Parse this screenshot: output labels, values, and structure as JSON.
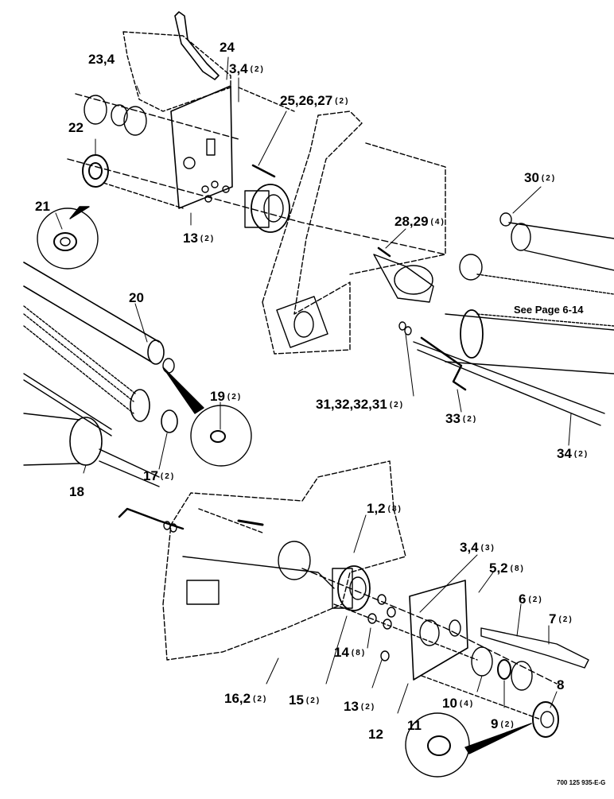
{
  "figure": {
    "see_page_note": "See Page 6-14",
    "doc_number": "700 125 935-E-G"
  },
  "callouts": {
    "c_23_4": {
      "label": "23,4",
      "qty": ""
    },
    "c_24": {
      "label": "24",
      "qty": ""
    },
    "c_3_4_top": {
      "label": "3,4",
      "qty": "(2)"
    },
    "c_25_26_27": {
      "label": "25,26,27",
      "qty": "(2)"
    },
    "c_22": {
      "label": "22",
      "qty": ""
    },
    "c_21": {
      "label": "21",
      "qty": ""
    },
    "c_13_top": {
      "label": "13",
      "qty": "(2)"
    },
    "c_30": {
      "label": "30",
      "qty": "(2)"
    },
    "c_28_29": {
      "label": "28,29",
      "qty": "(4)"
    },
    "c_20": {
      "label": "20",
      "qty": ""
    },
    "c_19": {
      "label": "19",
      "qty": "(2)"
    },
    "c_31_32_32_31": {
      "label": "31,32,32,31",
      "qty": "(2)"
    },
    "c_33": {
      "label": "33",
      "qty": "(2)"
    },
    "c_34": {
      "label": "34",
      "qty": "(2)"
    },
    "c_18": {
      "label": "18",
      "qty": ""
    },
    "c_17": {
      "label": "17",
      "qty": "(2)"
    },
    "c_1_2": {
      "label": "1,2",
      "qty": "(8)"
    },
    "c_3_4_bottom": {
      "label": "3,4",
      "qty": "(3)"
    },
    "c_5_2": {
      "label": "5,2",
      "qty": "(8)"
    },
    "c_6": {
      "label": "6",
      "qty": "(2)"
    },
    "c_7": {
      "label": "7",
      "qty": "(2)"
    },
    "c_8": {
      "label": "8",
      "qty": ""
    },
    "c_16_2": {
      "label": "16,2",
      "qty": "(2)"
    },
    "c_15": {
      "label": "15",
      "qty": "(2)"
    },
    "c_14": {
      "label": "14",
      "qty": "(8)"
    },
    "c_13_bottom": {
      "label": "13",
      "qty": "(2)"
    },
    "c_10": {
      "label": "10",
      "qty": "(4)"
    },
    "c_9": {
      "label": "9",
      "qty": "(2)"
    },
    "c_11": {
      "label": "11",
      "qty": ""
    },
    "c_12": {
      "label": "12",
      "qty": ""
    }
  }
}
